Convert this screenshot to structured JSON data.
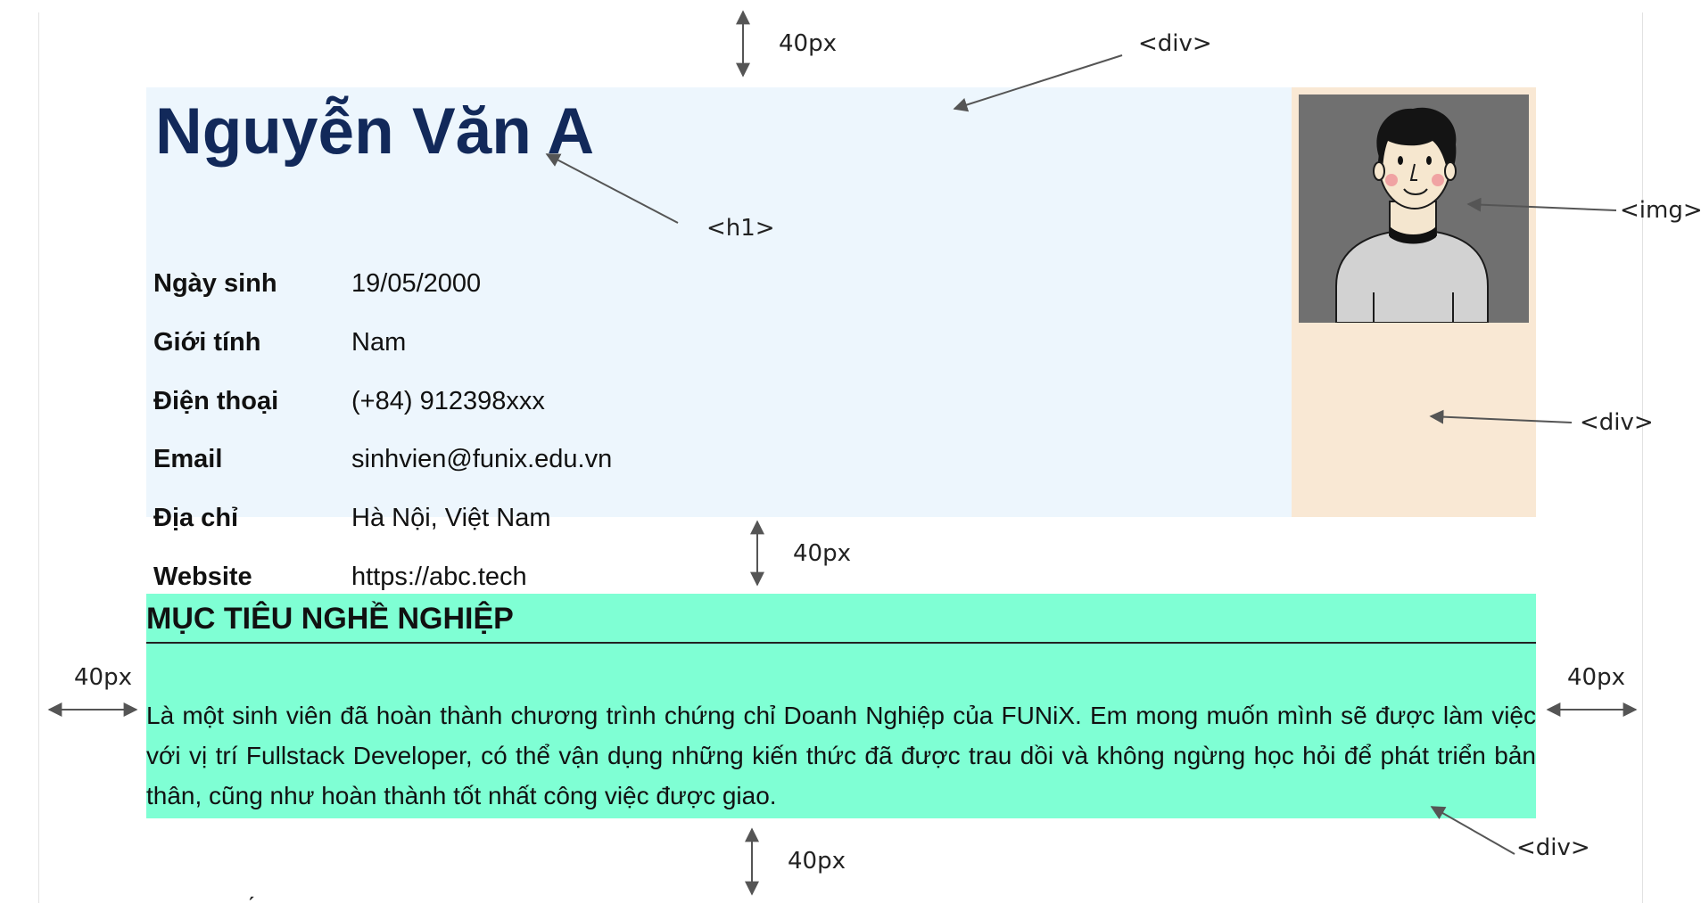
{
  "profile": {
    "name": "Nguyễn Văn A",
    "fields": [
      {
        "label": "Ngày sinh",
        "value": "19/05/2000"
      },
      {
        "label": "Giới tính",
        "value": "Nam"
      },
      {
        "label": "Điện thoại",
        "value": "(+84) 912398xxx"
      },
      {
        "label": "Email",
        "value": "sinhvien@funix.edu.vn"
      },
      {
        "label": "Địa chỉ",
        "value": "Hà Nội, Việt Nam"
      },
      {
        "label": "Website",
        "value": "https://abc.tech"
      }
    ]
  },
  "objective": {
    "title": "MỤC TIÊU NGHỀ NGHIỆP",
    "text": "Là một sinh viên đã hoàn thành chương trình chứng chỉ Doanh Nghiệp của FUNiX. Em mong muốn mình sẽ được làm việc với vị trí Fullstack Developer, có thể vận dụng những kiến thức đã được trau dồi và không ngừng học hỏi để phát triển bản thân, cũng như hoàn thành tốt nhất công việc được giao."
  },
  "annotations": {
    "top_gap": "40px",
    "info_div": "<div>",
    "h1_tag": "<h1>",
    "img_tag": "<img>",
    "photo_div": "<div>",
    "middle_gap": "40px",
    "left_gap": "40px",
    "right_gap": "40px",
    "objective_div": "<div>",
    "bottom_gap": "40px"
  },
  "colors": {
    "info_bg": "#edf6fd",
    "photo_bg": "#f9e8d4",
    "objective_bg": "#7fffd4",
    "name_color": "#12295a",
    "photo_bg_inner": "#707070"
  },
  "icons": {
    "avatar": "avatar-illustration",
    "arrows": "annotation-arrow-icon"
  }
}
